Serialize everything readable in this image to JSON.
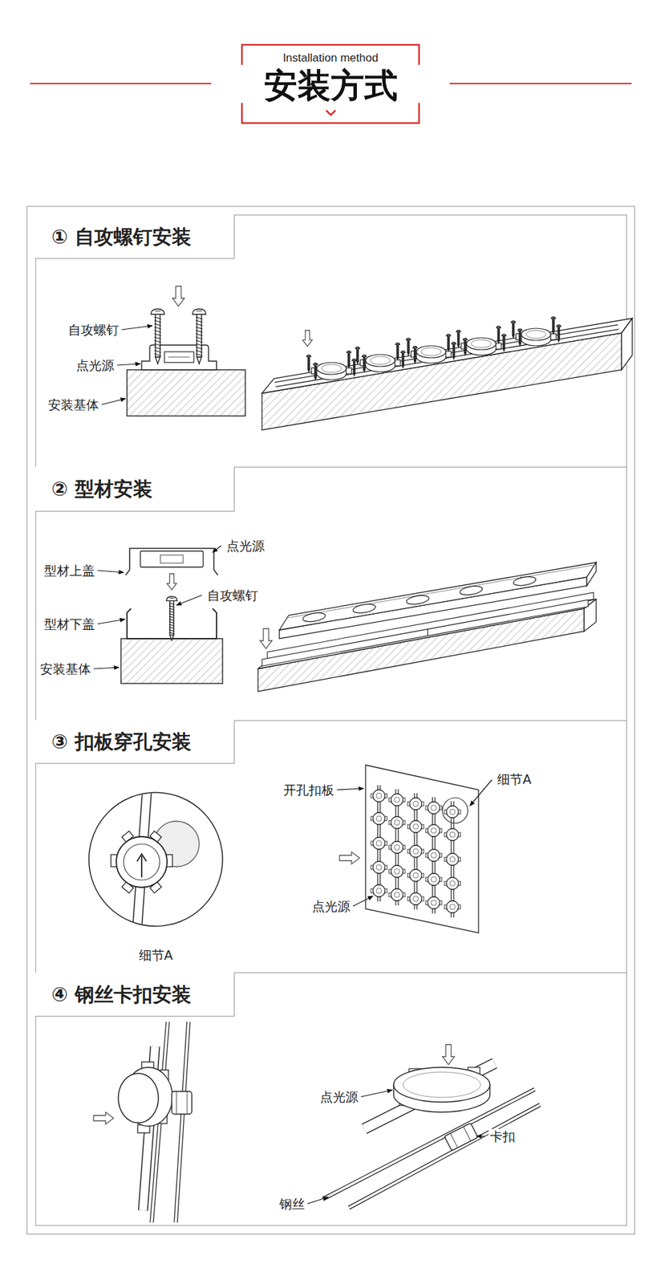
{
  "diagram": {
    "nodes": [
      {
        "text": [
          "Installation method",
          "安装方式"
        ]
      },
      {
        "text": [
          "① 自攻螺钉安装"
        ]
      },
      {
        "text": [
          "② 型材安装"
        ]
      },
      {
        "text": [
          "③ 扣板穿孔安装"
        ]
      },
      {
        "text": [
          "④ 钢丝卡扣安装"
        ]
      },
      {
        "text": [
          "细节A"
        ]
      }
    ],
    "labels": [
      "自攻螺钉",
      "点光源",
      "安装基体",
      "点光源",
      "型材上盖",
      "自攻螺钉",
      "型材下盖",
      "安装基体",
      "开孔扣板",
      "细节A",
      "点光源",
      "点光源",
      "卡扣",
      "钢丝"
    ]
  }
}
